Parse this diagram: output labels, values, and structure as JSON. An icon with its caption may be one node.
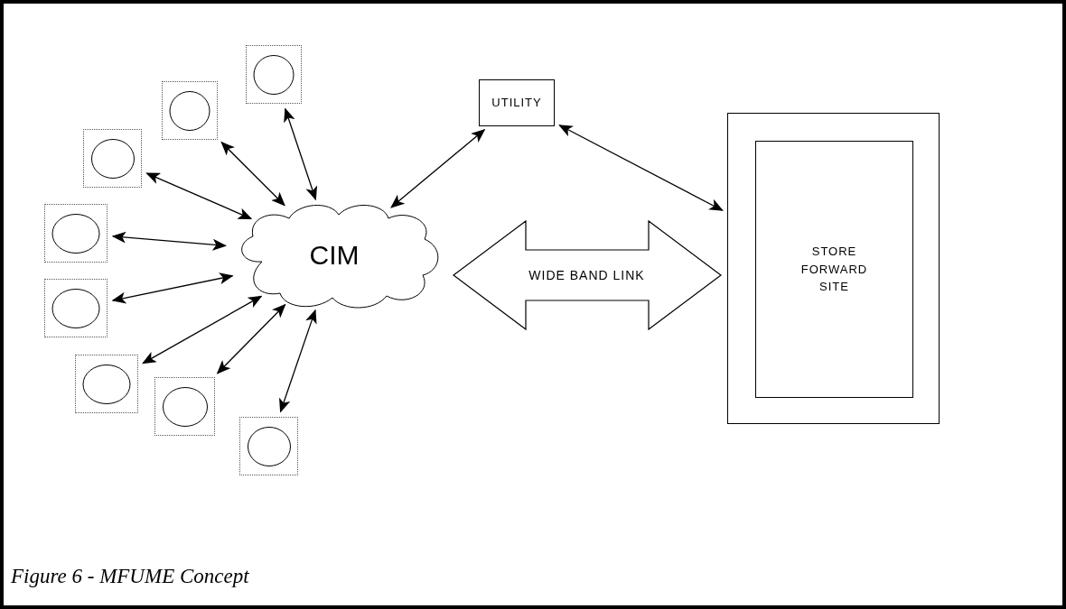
{
  "diagram": {
    "caption": "Figure 6 - MFUME Concept",
    "nodes": [
      {
        "text": [],
        "shape": "box"
      },
      {
        "text": [],
        "shape": "box"
      },
      {
        "text": [],
        "shape": "box"
      },
      {
        "text": [],
        "shape": "box"
      },
      {
        "text": [],
        "shape": "box"
      },
      {
        "text": [],
        "shape": "box"
      },
      {
        "text": [],
        "shape": "box"
      },
      {
        "text": [],
        "shape": "box"
      },
      {
        "text": [
          "CIM"
        ]
      },
      {
        "text": [
          "UTILITY"
        ]
      },
      {
        "text": [],
        "shape": "box"
      },
      {
        "text": [
          "STORE FORWARD SITE"
        ],
        "in": 10
      }
    ],
    "edges": [
      {
        "from": 0,
        "to": 8,
        "arrow": "both"
      },
      {
        "from": 1,
        "to": 8,
        "arrow": "both"
      },
      {
        "from": 2,
        "to": 8,
        "arrow": "both"
      },
      {
        "from": 3,
        "to": 8,
        "arrow": "both"
      },
      {
        "from": 4,
        "to": 8,
        "arrow": "both"
      },
      {
        "from": 5,
        "to": 8,
        "arrow": "both"
      },
      {
        "from": 6,
        "to": 8,
        "arrow": "both"
      },
      {
        "from": 7,
        "to": 8,
        "arrow": "both"
      },
      {
        "from": 8,
        "to": 9,
        "arrow": "both"
      },
      {
        "from": 9,
        "to": 10,
        "arrow": "both"
      },
      {
        "from": 8,
        "to": 10,
        "arrow": "both",
        "style": "thick",
        "label": "WIDE BAND LINK"
      }
    ]
  }
}
